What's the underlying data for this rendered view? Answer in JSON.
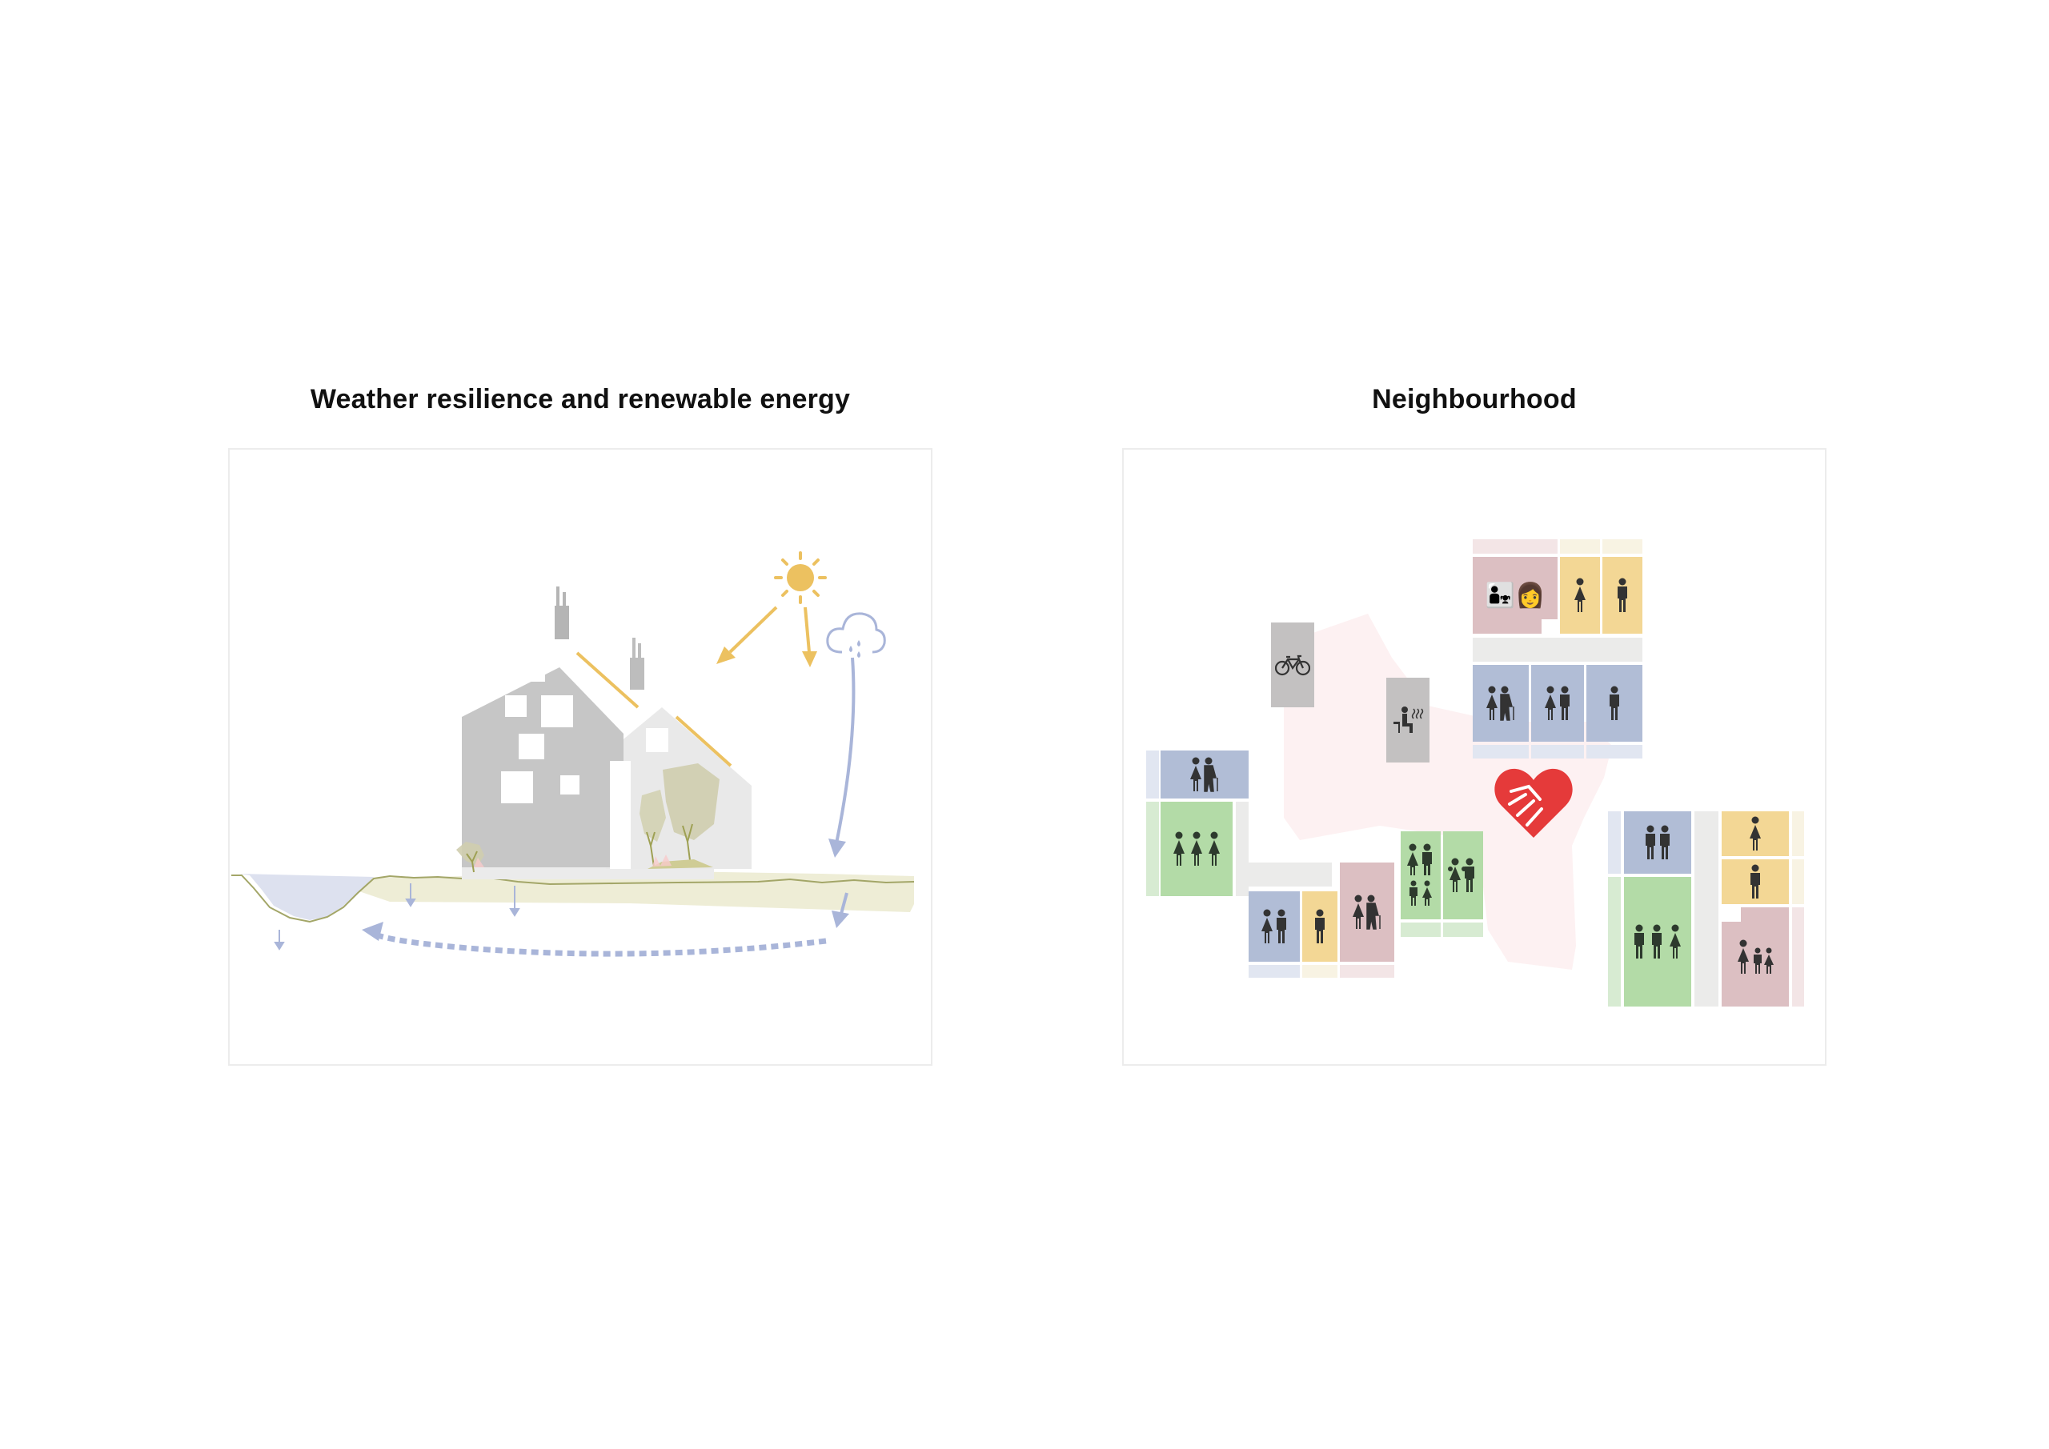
{
  "panels": [
    {
      "title": "Weather resilience and renewable energy",
      "elements": {
        "sun": "sun-icon",
        "sun_arrows": 2,
        "cloud": "rain-cloud-icon",
        "buildings": [
          "main-house",
          "annex-house"
        ],
        "water_pond": "retention-pond",
        "infiltration_arrows": 4,
        "groundwater_flow": "dashed-return-arrow"
      }
    },
    {
      "title": "Neighbourhood",
      "elements": {
        "shared_facilities": [
          "bicycle-storage-icon",
          "sauna-icon"
        ],
        "community_symbol": "heart-handshake-icon",
        "unit_groups": [
          {
            "name": "north-block",
            "units": [
              "family-3",
              "single-woman",
              "single-man",
              "elderly-couple",
              "couple",
              "single-man"
            ]
          },
          {
            "name": "west-block",
            "units": [
              "elderly-couple",
              "three-women"
            ]
          },
          {
            "name": "south-block",
            "units": [
              "couple",
              "single-man",
              "elderly-couple",
              "family-4",
              "parents-with-babies"
            ]
          },
          {
            "name": "east-block",
            "units": [
              "two-men",
              "three-adults",
              "single-woman",
              "single-man",
              "family-3"
            ]
          }
        ]
      }
    }
  ],
  "colors": {
    "sun": "#ecc160",
    "rain": "#a9b5d9",
    "house_main": "#c6c6c6",
    "house_annex": "#e9e9e9",
    "ground": "#eeedd6",
    "pond": "#dde1ef",
    "tree": "#cfcdae",
    "blue_unit": "#b1bdd6",
    "green_unit": "#b3dba7",
    "yellow_unit": "#f3d795",
    "pink_unit": "#dcbfc2",
    "grey_facility": "#c3c1c1",
    "corridor": "#ebebea",
    "heart": "#e53a3a",
    "common_area": "#fdf1f2"
  }
}
